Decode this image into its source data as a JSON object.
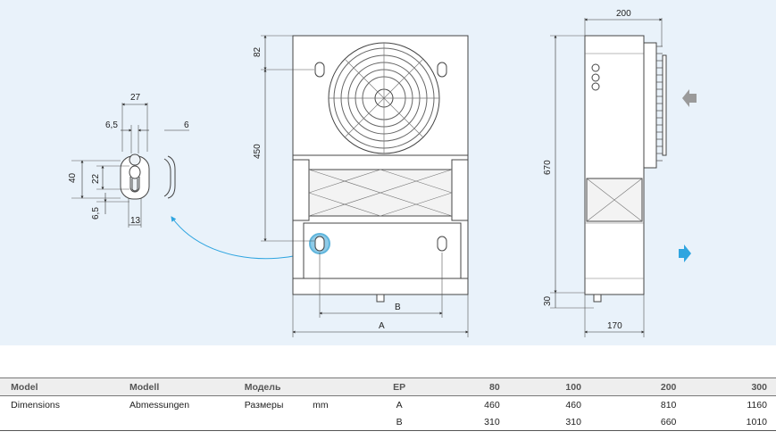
{
  "drawing": {
    "detail_dims": {
      "width_27": "27",
      "width_6_5_top": "6,5",
      "thick_6": "6",
      "height_40": "40",
      "height_22": "22",
      "height_6_5": "6,5",
      "width_13": "13"
    },
    "front_dims": {
      "top_82": "82",
      "height_450": "450",
      "label_b": "B",
      "label_a": "A"
    },
    "side_dims": {
      "width_200": "200",
      "height_670": "670",
      "height_30": "30",
      "width_170": "170"
    },
    "colors": {
      "background": "#e9f2fa",
      "line": "#444444",
      "highlight": "#5fb5dc",
      "arrow_in": "#9a9a9a",
      "arrow_out": "#2fa5e0"
    }
  },
  "table": {
    "header": {
      "model_en": "Model",
      "model_de": "Modell",
      "model_ru": "Модель",
      "series": "EP",
      "cols": [
        "80",
        "100",
        "200",
        "300"
      ]
    },
    "row_a": {
      "label_en": "Dimensions",
      "label_de": "Abmessungen",
      "label_ru": "Размеры",
      "unit": "mm",
      "key": "A",
      "values": [
        "460",
        "460",
        "810",
        "1160"
      ]
    },
    "row_b": {
      "key": "B",
      "values": [
        "310",
        "310",
        "660",
        "1010"
      ]
    }
  }
}
